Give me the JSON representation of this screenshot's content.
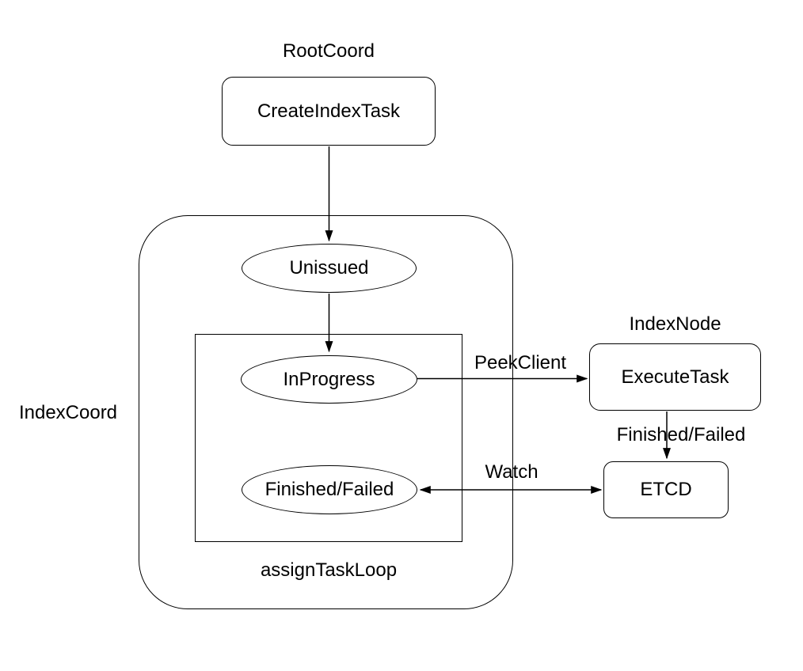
{
  "colors": {
    "stroke": "#000000",
    "text": "#000000",
    "background": "#ffffff"
  },
  "diagram": {
    "external_labels": {
      "rootcoord": "RootCoord",
      "indexcoord": "IndexCoord",
      "indexnode": "IndexNode"
    },
    "nodes": {
      "create_index_task": "CreateIndexTask",
      "execute_task": "ExecuteTask",
      "etcd": "ETCD"
    },
    "states": {
      "unissued": "Unissued",
      "in_progress": "InProgress",
      "finished_failed": "Finished/Failed"
    },
    "containers": {
      "assign_task_loop": "assignTaskLoop"
    },
    "edge_labels": {
      "peek_client": "PeekClient",
      "watch": "Watch",
      "finished_failed": "Finished/Failed"
    },
    "edges": [
      {
        "from": "CreateIndexTask",
        "to": "Unissued",
        "label": "",
        "direction": "one-way"
      },
      {
        "from": "Unissued",
        "to": "InProgress",
        "label": "",
        "direction": "one-way"
      },
      {
        "from": "InProgress",
        "to": "ExecuteTask",
        "label": "PeekClient",
        "direction": "one-way"
      },
      {
        "from": "ExecuteTask",
        "to": "ETCD",
        "label": "Finished/Failed",
        "direction": "one-way"
      },
      {
        "from": "Finished/Failed",
        "to": "ETCD",
        "label": "Watch",
        "direction": "two-way"
      }
    ]
  }
}
